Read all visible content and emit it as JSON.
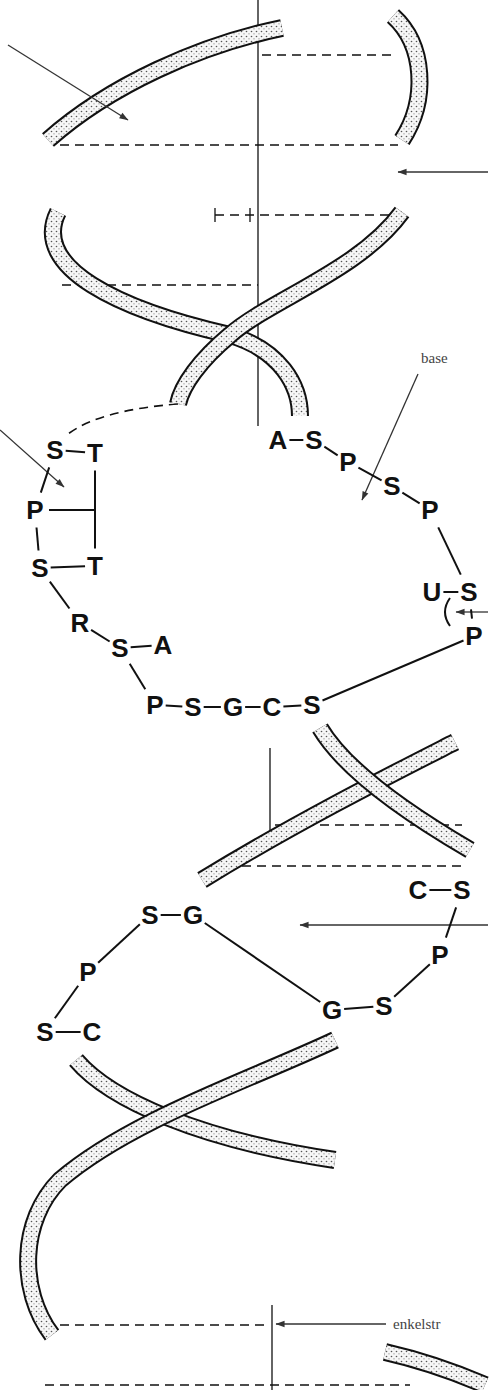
{
  "diagram": {
    "labels": [
      "base",
      "S",
      "T",
      "A",
      "S",
      "P",
      "S",
      "P",
      "P",
      "S",
      "T",
      "U",
      "S",
      "R",
      "P",
      "S",
      "A",
      "P",
      "S",
      "G",
      "C",
      "S",
      "C",
      "S",
      "S",
      "G",
      "P",
      "P",
      "G",
      "S",
      "S",
      "C",
      "enkelstr"
    ]
  }
}
